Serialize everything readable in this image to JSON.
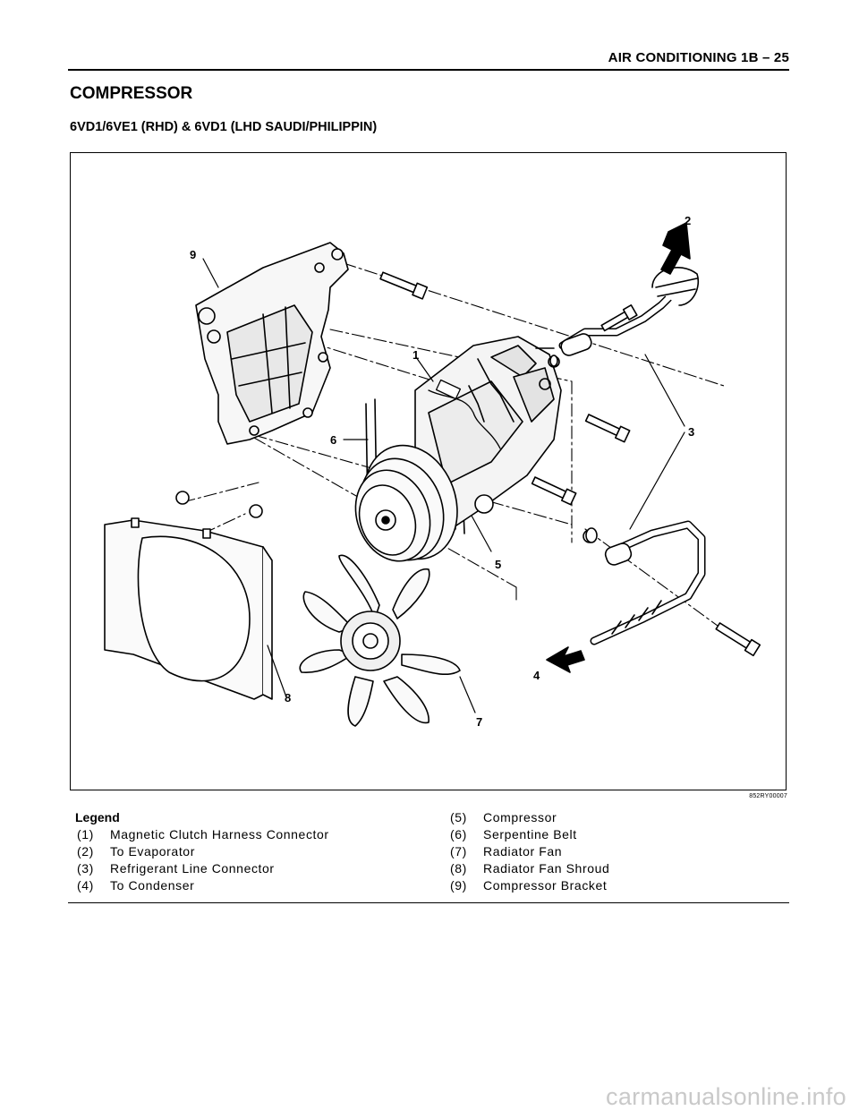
{
  "header": {
    "title": "AIR CONDITIONING  1B – 25"
  },
  "section": {
    "title": "COMPRESSOR",
    "subtitle": "6VD1/6VE1 (RHD) & 6VD1 (LHD SAUDI/PHILIPPIN)"
  },
  "figure": {
    "code": "852RY00007",
    "callouts": [
      "1",
      "2",
      "3",
      "4",
      "5",
      "6",
      "7",
      "8",
      "9"
    ]
  },
  "legend": {
    "title": "Legend",
    "left_items": [
      {
        "num": "(1)",
        "text": "Magnetic Clutch Harness Connector"
      },
      {
        "num": "(2)",
        "text": "To Evaporator"
      },
      {
        "num": "(3)",
        "text": "Refrigerant Line Connector"
      },
      {
        "num": "(4)",
        "text": "To Condenser"
      }
    ],
    "right_items": [
      {
        "num": "(5)",
        "text": "Compressor"
      },
      {
        "num": "(6)",
        "text": "Serpentine Belt"
      },
      {
        "num": "(7)",
        "text": "Radiator Fan"
      },
      {
        "num": "(8)",
        "text": "Radiator Fan Shroud"
      },
      {
        "num": "(9)",
        "text": "Compressor Bracket"
      }
    ]
  },
  "watermark": "carmanualsonline.info"
}
